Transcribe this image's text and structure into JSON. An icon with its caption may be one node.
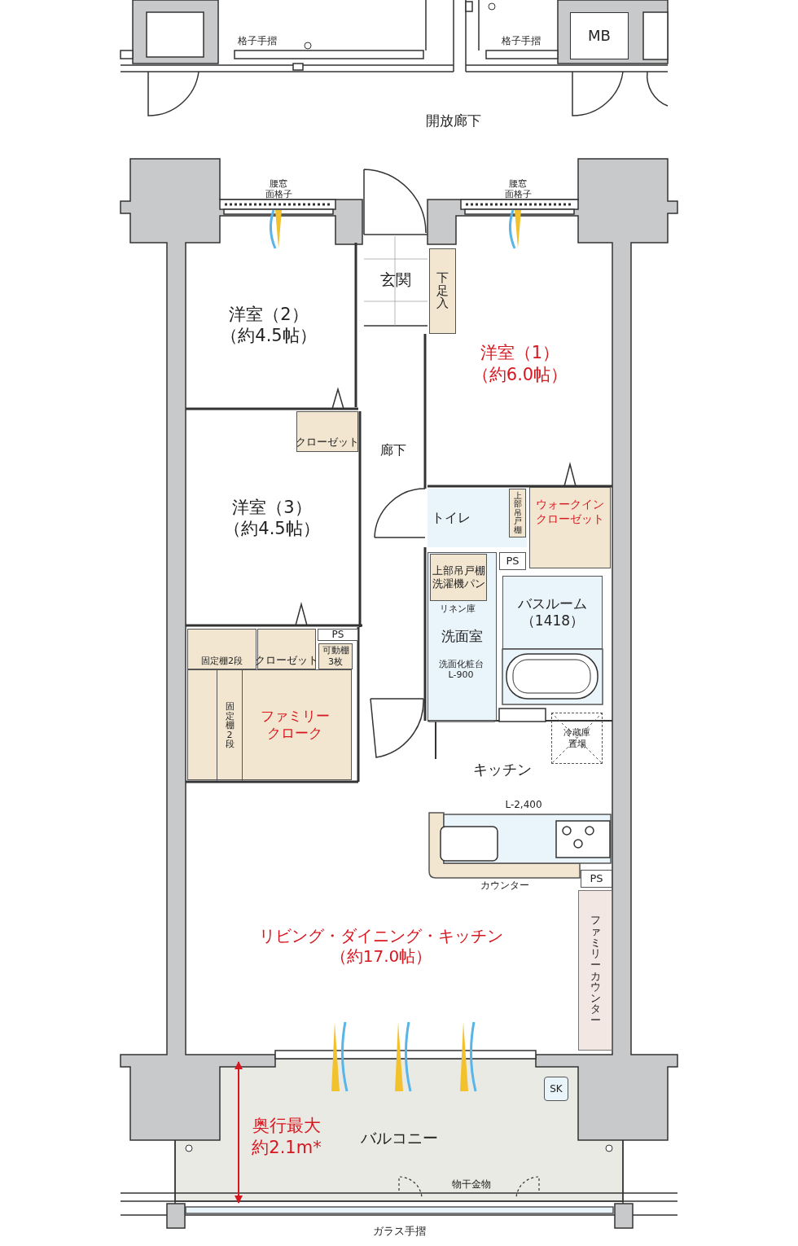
{
  "diagram": {
    "nodes": [
      {
        "text": [
          "MB"
        ]
      },
      {
        "text": [
          "洋室（2）",
          "（約4.5帖）"
        ]
      },
      {
        "text": [
          "玄関"
        ]
      },
      {
        "text": [
          "下足入"
        ]
      },
      {
        "text": [
          "洋室（1）",
          "（約6.0帖）"
        ]
      },
      {
        "text": [
          "クローゼット"
        ]
      },
      {
        "text": [
          "洋室（3）",
          "（約4.5帖）"
        ]
      },
      {
        "text": [
          "トイレ"
        ]
      },
      {
        "text": [
          "上部吊戸棚"
        ],
        "in": 7
      },
      {
        "text": [
          "ウォークインクローゼット"
        ]
      },
      {
        "text": [
          "洗面室"
        ]
      },
      {
        "text": [
          "上部吊戸棚",
          "洗濯機パン"
        ],
        "in": 10
      },
      {
        "text": [
          "PS"
        ]
      },
      {
        "text": [
          "バスルーム",
          "（1418）"
        ]
      },
      {
        "text": [
          "冷蔵庫置場"
        ]
      },
      {
        "text": [
          "ファミリークローク"
        ]
      },
      {
        "text": [
          "固定棚2段"
        ]
      },
      {
        "text": [
          "固定棚2段"
        ],
        "in": 15
      },
      {
        "text": [
          "クローゼット"
        ]
      },
      {
        "text": [
          "PS"
        ]
      },
      {
        "text": [
          "可動棚3枚"
        ]
      },
      {
        "text": [
          "リビング・ダイニング・キッチン",
          "（約17.0帖）"
        ]
      },
      {
        "text": [
          "PS"
        ]
      },
      {
        "text": [
          "ファミリーカウンター"
        ]
      },
      {
        "text": [
          "バルコニー"
        ]
      },
      {
        "text": [
          "SK"
        ],
        "in": 24
      }
    ],
    "labels": [
      "格子手摺",
      "格子手摺",
      "開放廊下",
      "腰窓",
      "面格子",
      "腰窓",
      "面格子",
      "廊下",
      "リネン庫",
      "洗面化粧台",
      "L-900",
      "キッチン",
      "L-2,400",
      "カウンター",
      "奥行最大",
      "約2.1m*",
      "物干金物",
      "ガラス手摺"
    ]
  }
}
